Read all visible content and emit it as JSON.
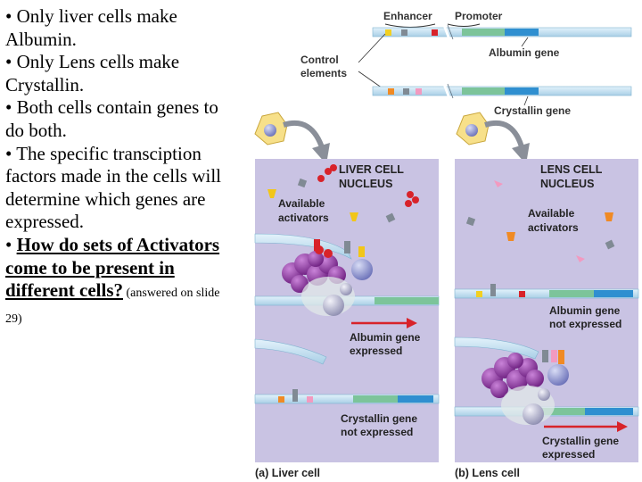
{
  "bullets": [
    "• Only liver cells make Albumin.",
    "• Only Lens cells make Crystallin.",
    "• Both cells contain genes to do both.",
    "• The specific transciption factors made in the cells will determine which genes are expressed."
  ],
  "question": {
    "prefix": "• ",
    "text": "How do sets of Activators come to be present in different cells?",
    "note": " (answered on slide 29)"
  },
  "figure": {
    "enhancer_label": "Enhancer",
    "promoter_label": "Promoter",
    "control_elements_label": [
      "Control",
      "elements"
    ],
    "albumin_gene_label": "Albumin gene",
    "crystallin_gene_label": "Crystallin gene",
    "liver_panel": {
      "nucleus_title": [
        "LIVER CELL",
        "NUCLEUS"
      ],
      "activators_label": [
        "Available",
        "activators"
      ],
      "expressed_label": [
        "Albumin gene",
        "expressed"
      ],
      "not_expressed_label": [
        "Crystallin gene",
        "not expressed"
      ],
      "caption": "(a) Liver cell"
    },
    "lens_panel": {
      "nucleus_title": [
        "LENS CELL",
        "NUCLEUS"
      ],
      "activators_label": [
        "Available",
        "activators"
      ],
      "not_expressed_label": [
        "Albumin gene",
        "not expressed"
      ],
      "expressed_label": [
        "Crystallin gene",
        "expressed"
      ],
      "caption": "(b) Lens cell"
    },
    "colors": {
      "panel": "#c9c3e3",
      "dna_light": "#cfe6f4",
      "gene_green": "#7cc49a",
      "gene_blue": "#2f8fd0",
      "arrow_red": "#d8232a",
      "complex_purple": "#8e3aa0",
      "cell_yellow": "#f7e08a"
    }
  }
}
